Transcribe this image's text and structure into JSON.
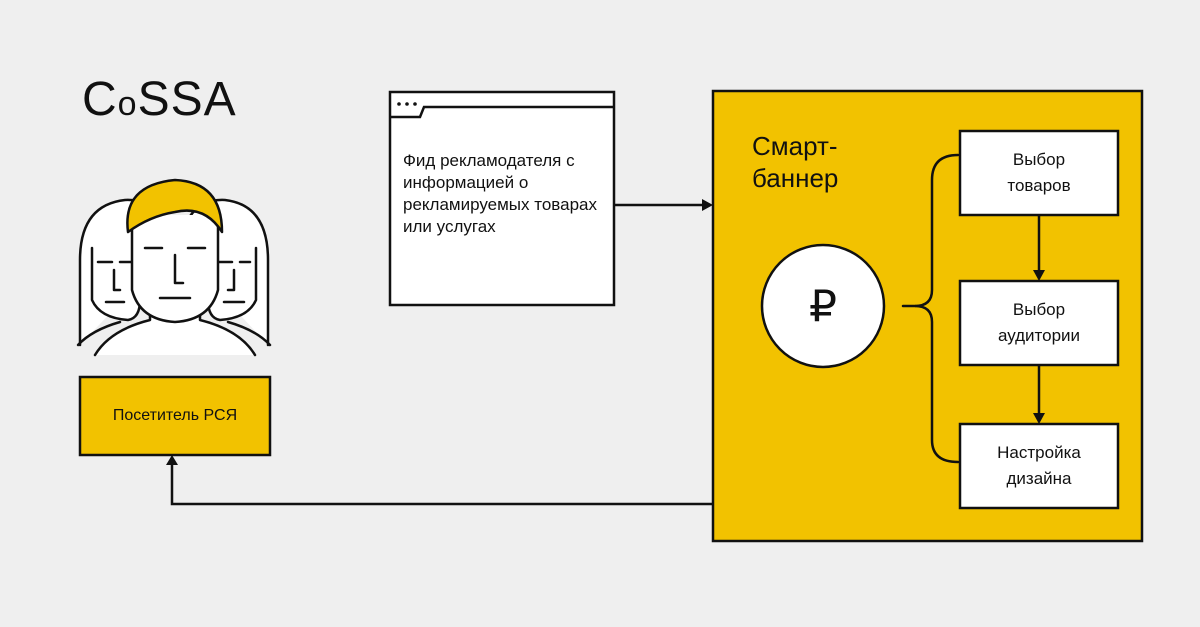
{
  "logo": {
    "text_main": "C",
    "text_small": "o",
    "text_rest": "SSA"
  },
  "visitor": {
    "label": "Посетитель РСЯ"
  },
  "feed": {
    "text": "Фид рекламодателя с информацией о рекламируемых товарах или услугах"
  },
  "smart_banner": {
    "title": "Смарт-баннер",
    "currency_symbol": "₽",
    "steps": [
      {
        "label": "Выбор\nтоваров"
      },
      {
        "label": "Выбор\nаудитории"
      },
      {
        "label": "Настройка\nдизайна"
      }
    ]
  },
  "colors": {
    "accent": "#f2c200",
    "background": "#efefef",
    "stroke": "#111111",
    "box_fill": "#ffffff"
  },
  "icons": [
    "people-icon",
    "browser-window-icon",
    "ruble-icon",
    "arrow-icon",
    "curly-brace-icon"
  ]
}
